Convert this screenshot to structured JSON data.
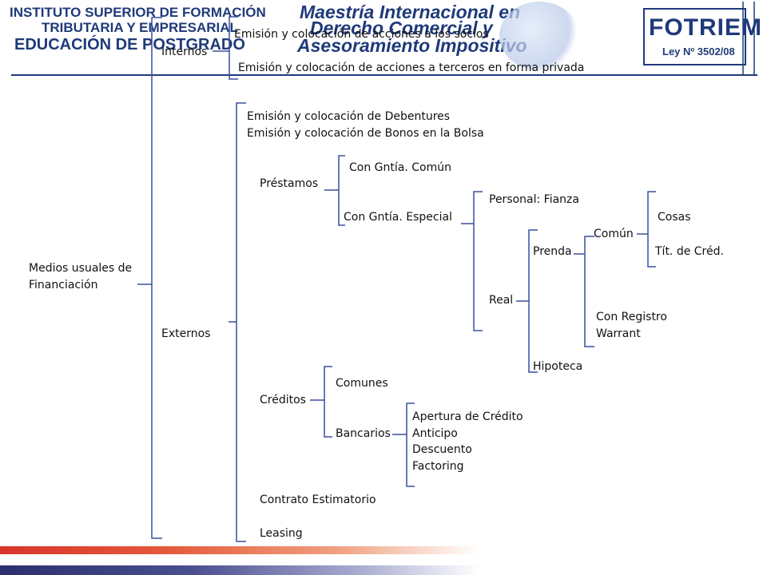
{
  "header": {
    "institute_line1": "INSTITUTO SUPERIOR DE FORMACIÓN",
    "institute_line2": "TRIBUTARIA Y EMPRESARIAL",
    "institute_line3": "EDUCACIÓN DE POSTGRADO",
    "program_line1": "Maestría Internacional en",
    "program_line2": "Derecho Comercial y",
    "program_line3": "Asesoramiento Impositivo",
    "logo_name": "FOTRIEM",
    "logo_law": "Ley Nº 3502/08"
  },
  "tree": {
    "root": "Medios usuales de\nFinanciación",
    "internos": "Internos",
    "int_1": "Emisión y colocación de acciones a los socios",
    "int_2": "Emisión y colocación de acciones a terceros en forma privada",
    "externos": "Externos",
    "ext_debentures": "Emisión y colocación de Debentures",
    "ext_bonos": "Emisión y colocación de Bonos en la Bolsa",
    "prestamos": "Préstamos",
    "gnt_comun": "Con Gntía. Común",
    "gnt_especial": "Con Gntía. Especial",
    "personal": "Personal: Fianza",
    "real": "Real",
    "prenda": "Prenda",
    "comun": "Común",
    "cosas": "Cosas",
    "tit_cred": "Tít. de Créd.",
    "con_registro": "Con Registro",
    "warrant": "Warrant",
    "hipoteca": "Hipoteca",
    "creditos": "Créditos",
    "comunes": "Comunes",
    "bancarios": "Bancarios",
    "apertura": "Apertura de Crédito",
    "anticipo": "Anticipo",
    "descuento": "Descuento",
    "factoring": "Factoring",
    "contrato": "Contrato Estimatorio",
    "leasing": "Leasing"
  },
  "colors": {
    "brand_blue": "#1f3a7a",
    "bracket_blue": "#3a4f9e",
    "footer_red": "#d9342b",
    "footer_navy": "#2a2f6e"
  }
}
